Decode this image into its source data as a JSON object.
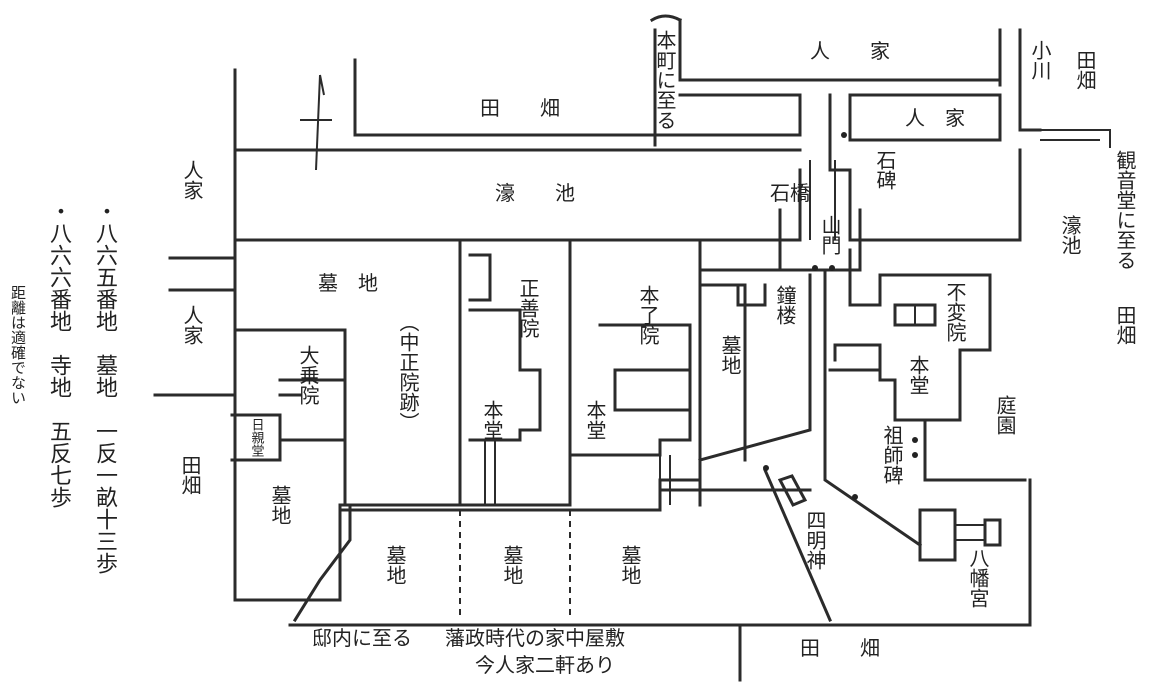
{
  "labels": {
    "jinka_top": "人　　家",
    "jinka_mid": "人　家",
    "ogawa": "小川",
    "denbata_tr": "田畑",
    "denbata_top": "田　　畑",
    "honmachi": "本町に至る",
    "jinka_left1": "人家",
    "jinka_left2": "人家",
    "gouchi": "濠　　池",
    "gouchi_right": "濠池",
    "sekihi": "石碑",
    "ishibashi": "石橋",
    "sanmon": "山門",
    "kannondo": "観音堂に至る",
    "denbata_right": "田畑",
    "bochi_top": "墓　地",
    "chusho_ato": "（中正院跡）",
    "shozen_in": "正善院",
    "honryo_in": "本了院",
    "bochi_col": "墓地",
    "shoro": "鐘楼",
    "fuhen_in": "不変院",
    "hondo_fuhen": "本堂",
    "teien": "庭園",
    "soshi_hi": "祖師碑",
    "daijo_in": "大乗院",
    "nisshin_do": "日親堂",
    "hondo_shozen": "本堂",
    "hondo_honryo": "本堂",
    "denbata_left": "田畑",
    "bochi_left": "墓地",
    "yonmyojin": "四明神",
    "hachimangu": "八幡宮",
    "bochi_b1": "墓地",
    "bochi_b2": "墓地",
    "bochi_b3": "墓地",
    "teinai": "邸内に至る",
    "hanseijidai": "藩政時代の家中屋敷",
    "imajinka": "今人家二軒あり",
    "denbata_bottom": "田　　畑"
  },
  "notes": {
    "line1": "・八六五番地　墓地　一反一畝十三歩",
    "line2": "・八六六番地　寺地　五反七歩",
    "line3": "距離は適確でない"
  }
}
